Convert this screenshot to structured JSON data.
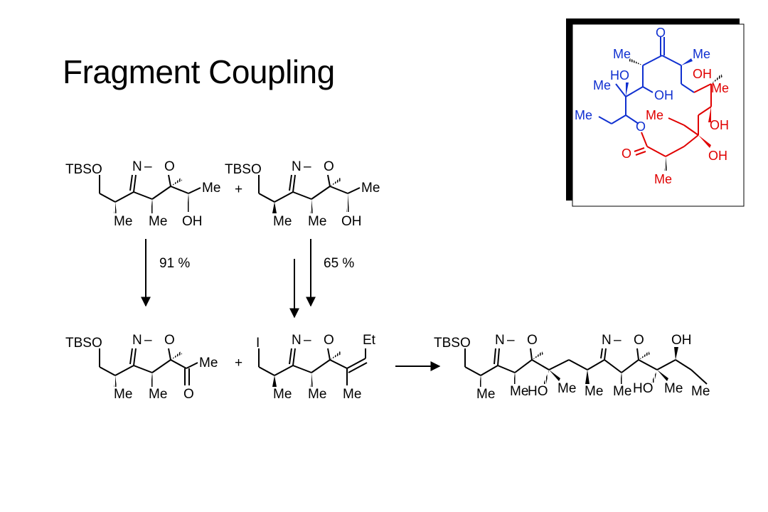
{
  "slide": {
    "title": "Fragment Coupling"
  },
  "labels": {
    "tbso": "TBSO",
    "n": "N",
    "o": "O",
    "dash": "–",
    "me": "Me",
    "oh": "OH",
    "ho": "HO",
    "i": "I",
    "et": "Et",
    "plus": "+"
  },
  "yields": {
    "left": "91 %",
    "right": "65 %"
  },
  "colors": {
    "blue": "#1030d0",
    "red": "#e00000",
    "black": "#000000"
  }
}
